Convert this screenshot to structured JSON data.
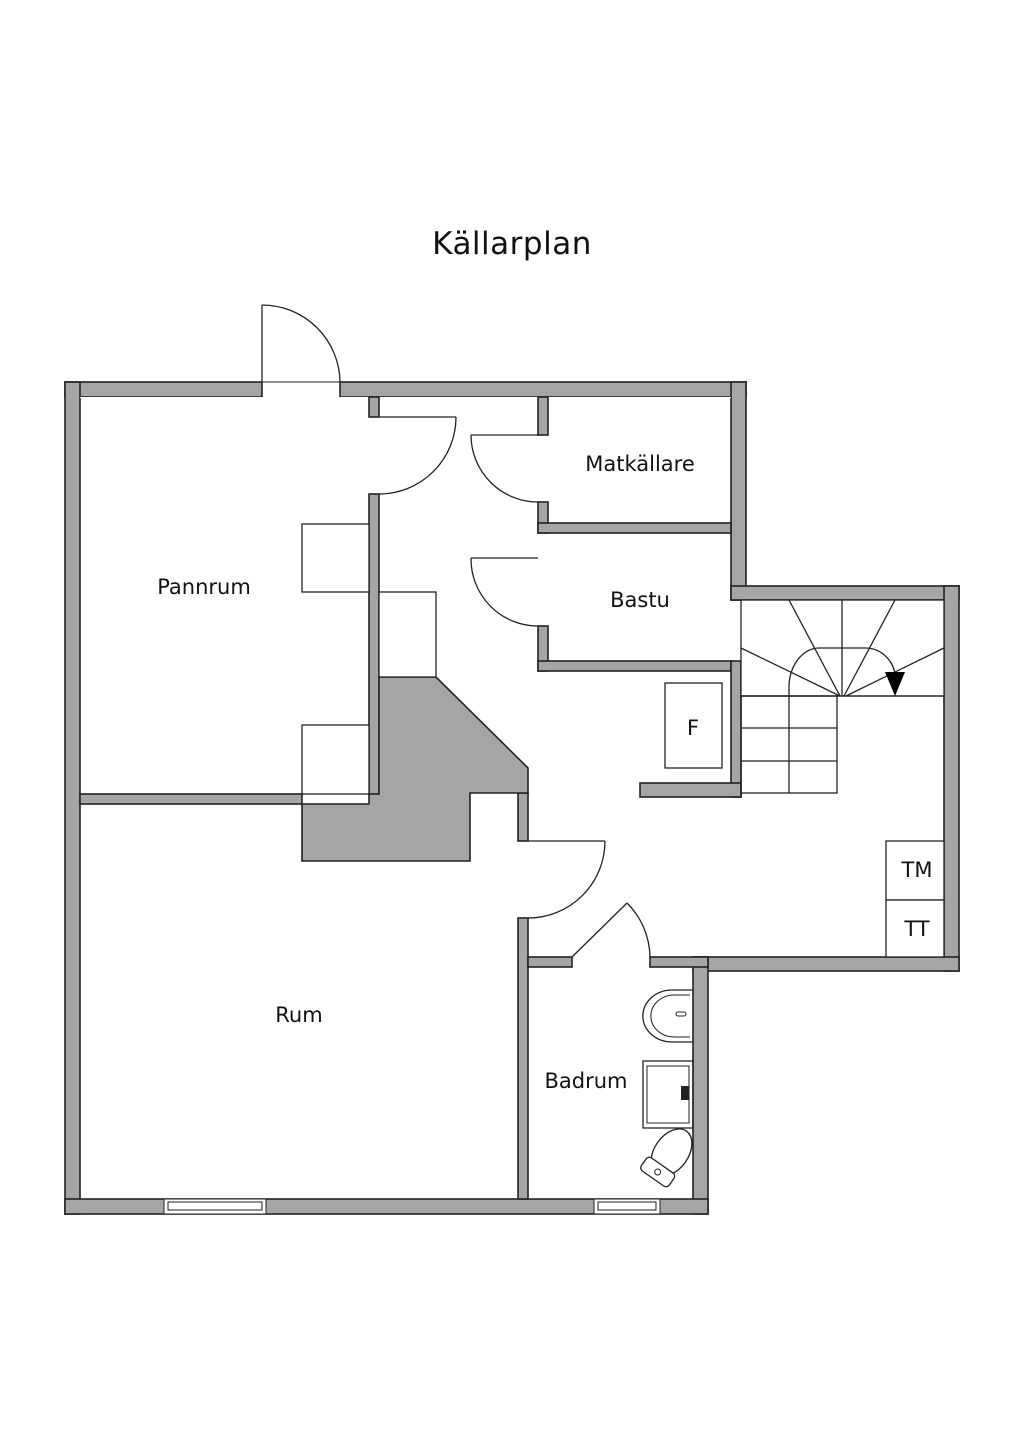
{
  "title": "Källarplan",
  "rooms": [
    {
      "id": "pannrum",
      "label": "Pannrum"
    },
    {
      "id": "matkallare",
      "label": "Matkällare"
    },
    {
      "id": "bastu",
      "label": "Bastu"
    },
    {
      "id": "rum",
      "label": "Rum"
    },
    {
      "id": "badrum",
      "label": "Badrum"
    }
  ],
  "fixtures": {
    "furnace": "F",
    "washing_machine": "TM",
    "dryer": "TT"
  },
  "colors": {
    "wall_fill": "#a5a5a5",
    "outline": "#222222",
    "background": "#ffffff"
  }
}
